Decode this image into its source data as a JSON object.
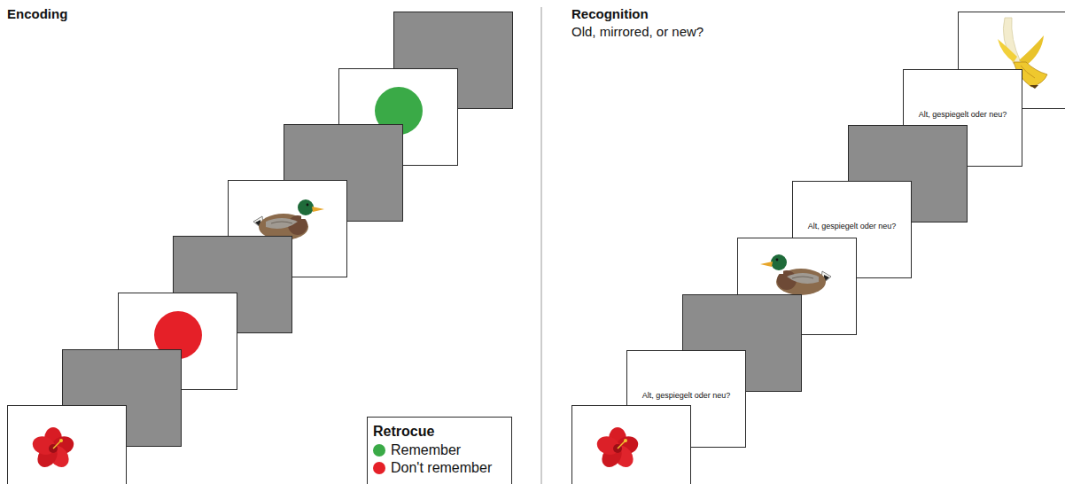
{
  "diagram": {
    "nodes": [
      {
        "text": [
          "Alt, gespiegelt oder neu?"
        ]
      },
      {
        "text": [
          "Alt, gespiegelt oder neu?"
        ]
      },
      {
        "text": [
          "Alt, gespiegelt oder neu?"
        ]
      }
    ],
    "labels": [
      "Encoding",
      "Recognition",
      "Old, mirrored, or new?",
      "Retrocue"
    ],
    "legend": [
      {
        "text": "Remember",
        "color": "#3aaa47"
      },
      {
        "text": "Don't remember",
        "color": "#e52028"
      }
    ]
  }
}
